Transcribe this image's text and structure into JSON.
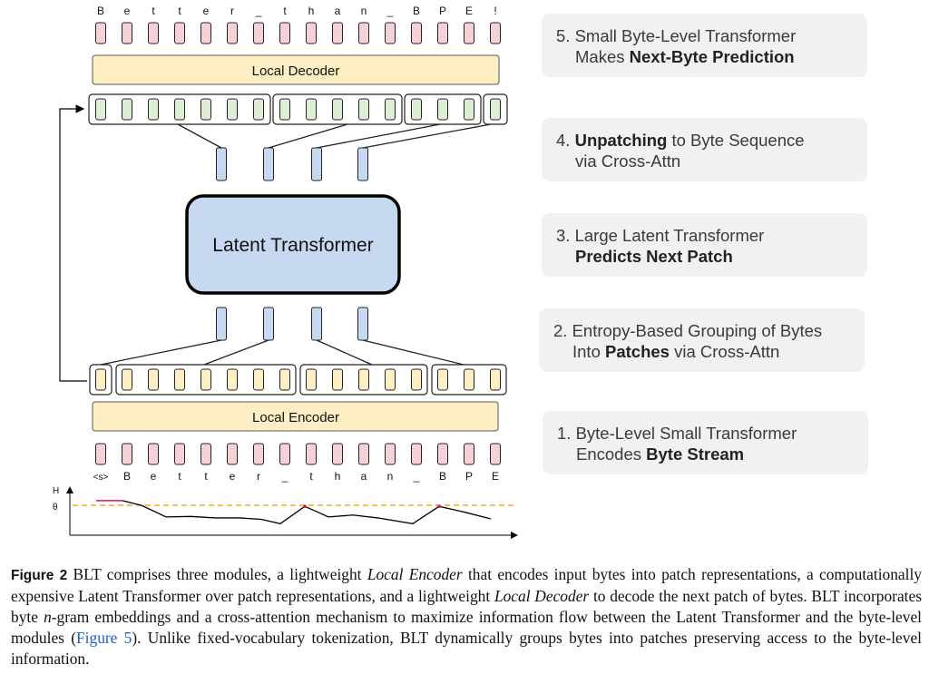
{
  "top_bytes": [
    "B",
    "e",
    "t",
    "t",
    "e",
    "r",
    "_",
    "t",
    "h",
    "a",
    "n",
    "_",
    "B",
    "P",
    "E",
    "!"
  ],
  "bottom_bytes": [
    "<s>",
    "B",
    "e",
    "t",
    "t",
    "e",
    "r",
    "_",
    "t",
    "h",
    "a",
    "n",
    "_",
    "B",
    "P",
    "E"
  ],
  "labels": {
    "local_decoder": "Local Decoder",
    "local_encoder": "Local Encoder",
    "latent_transformer": "Latent Transformer"
  },
  "entropy_plot": {
    "y_label": "H",
    "threshold_label": "θ",
    "values": [
      0.72,
      0.72,
      0.62,
      0.38,
      0.39,
      0.36,
      0.36,
      0.33,
      0.24,
      0.6,
      0.38,
      0.42,
      0.36,
      0.24,
      0.6,
      0.48,
      0.34
    ],
    "threshold": 0.5,
    "colors": {
      "line": "#000000",
      "highlight": "#e0115f",
      "threshold": "#f5a623"
    }
  },
  "steps": [
    {
      "number": "5.",
      "line1": "Small Byte-Level Transformer",
      "line2_plain": "Makes ",
      "line2_bold": "Next-Byte Prediction",
      "line2_after": ""
    },
    {
      "number": "4.",
      "line1_bold": "Unpatching",
      "line1_after": " to Byte Sequence",
      "line2": "via Cross-Attn"
    },
    {
      "number": "3.",
      "line1": "Large Latent Transformer",
      "line2_bold": "Predicts Next Patch"
    },
    {
      "number": "2.",
      "line1": "Entropy-Based Grouping of Bytes",
      "line2_plain": "Into ",
      "line2_bold": "Patches",
      "line2_after": " via Cross-Attn"
    },
    {
      "number": "1.",
      "line1": "Byte-Level Small Transformer",
      "line2_plain": "Encodes ",
      "line2_bold": "Byte Stream"
    }
  ],
  "colors": {
    "byte_fill": "#f6d2d6",
    "decoder_fill": "#fdeec3",
    "patch_top_fill": "#dcefd5",
    "patch_bottom_fill": "#fdeec3",
    "latent_fill": "#c7d9f0",
    "link": "#1f5bd6"
  },
  "caption": {
    "label": "Figure 2",
    "t1": " BLT comprises three modules, a lightweight ",
    "e1": "Local Encoder",
    "t2": " that encodes input bytes into patch representations, a computationally expensive Latent Transformer over patch representations, and a lightweight ",
    "e2": "Local Decoder",
    "t3": " to decode the next patch of bytes. BLT incorporates byte ",
    "e3": "n",
    "t4": "-gram embeddings and a cross-attention mechanism to maximize information flow between the Latent Transformer and the byte-level modules (",
    "ref": "Figure 5",
    "t5": "). Unlike fixed-vocabulary tokenization, BLT dynamically groups bytes into patches preserving access to the byte-level information."
  }
}
